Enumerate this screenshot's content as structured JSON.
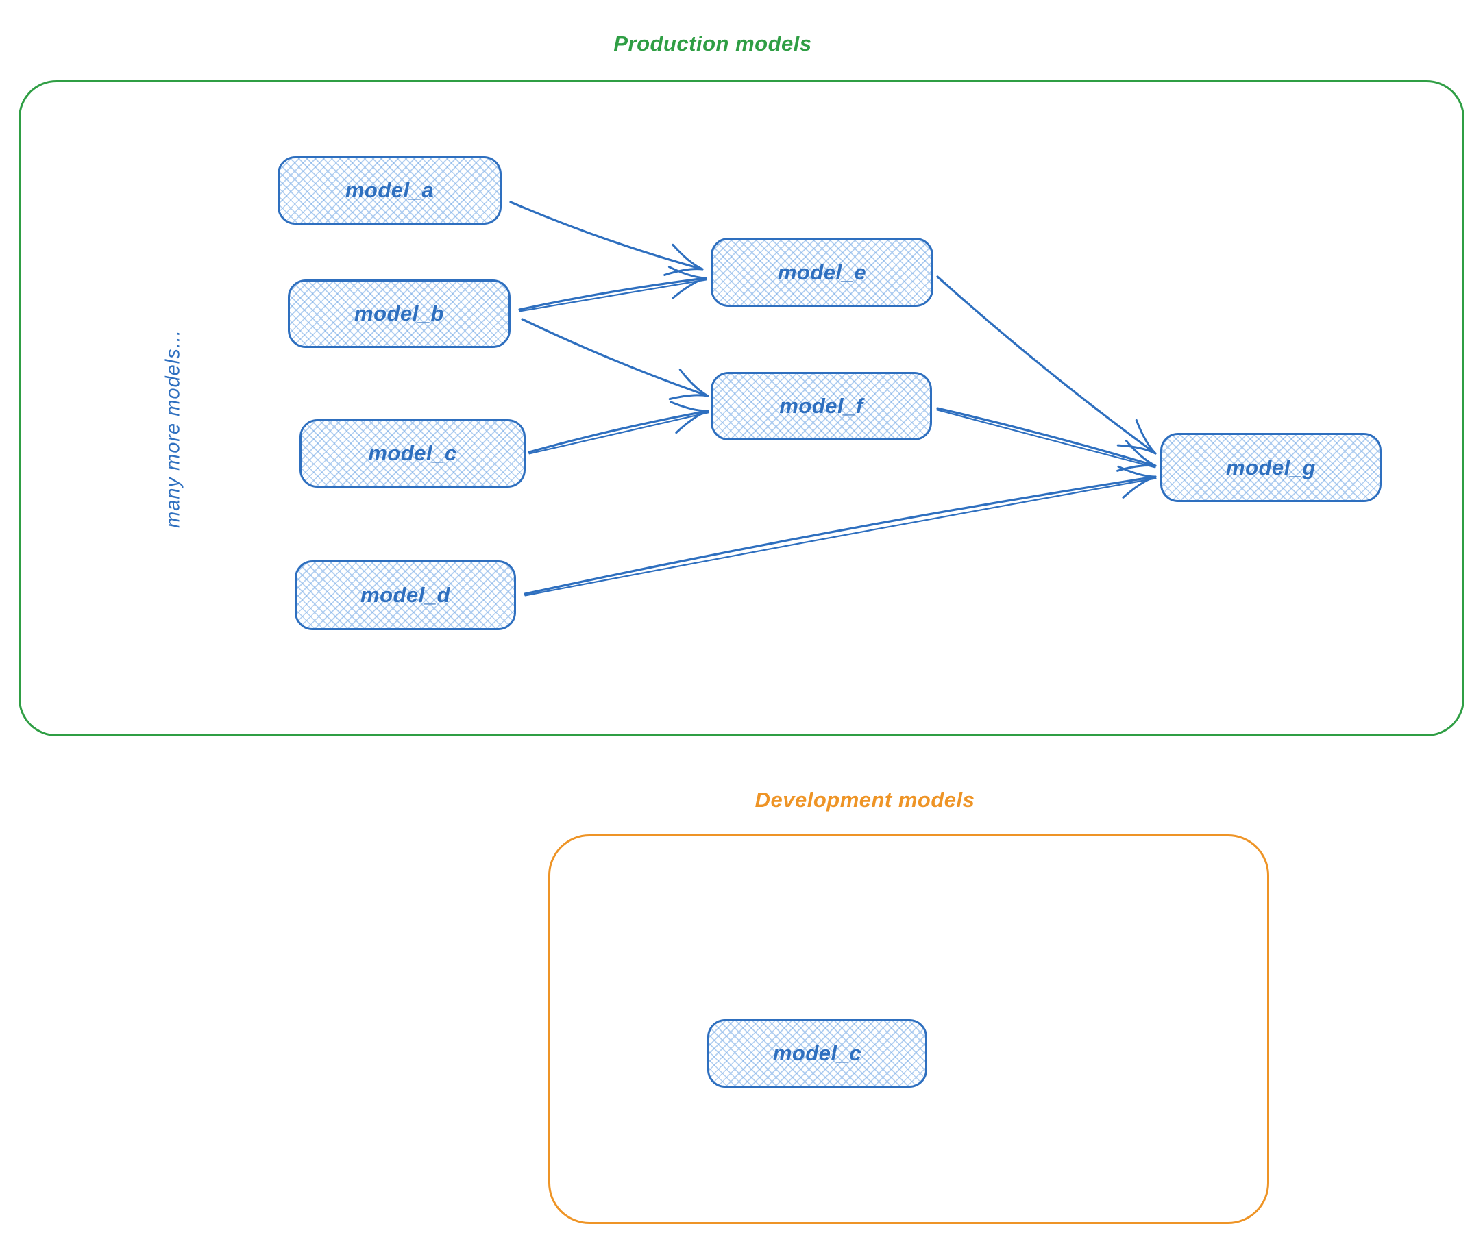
{
  "diagram": {
    "production": {
      "title": "Production models",
      "note": "many more models..."
    },
    "development": {
      "title": "Development models"
    },
    "nodes": {
      "model_a": {
        "label": "model_a"
      },
      "model_b": {
        "label": "model_b"
      },
      "model_c": {
        "label": "model_c"
      },
      "model_d": {
        "label": "model_d"
      },
      "model_e": {
        "label": "model_e"
      },
      "model_f": {
        "label": "model_f"
      },
      "model_g": {
        "label": "model_g"
      },
      "dev_model_c": {
        "label": "model_c"
      }
    },
    "edges": [
      {
        "from": "model_a",
        "to": "model_e"
      },
      {
        "from": "model_b",
        "to": "model_e"
      },
      {
        "from": "model_b",
        "to": "model_f"
      },
      {
        "from": "model_c",
        "to": "model_f"
      },
      {
        "from": "model_e",
        "to": "model_g"
      },
      {
        "from": "model_f",
        "to": "model_g"
      },
      {
        "from": "model_d",
        "to": "model_g"
      }
    ],
    "colors": {
      "node_stroke": "#2e6fbf",
      "node_fill_hatch": "#aecdf0",
      "production_border": "#2f9e44",
      "development_border": "#ee9426"
    }
  }
}
